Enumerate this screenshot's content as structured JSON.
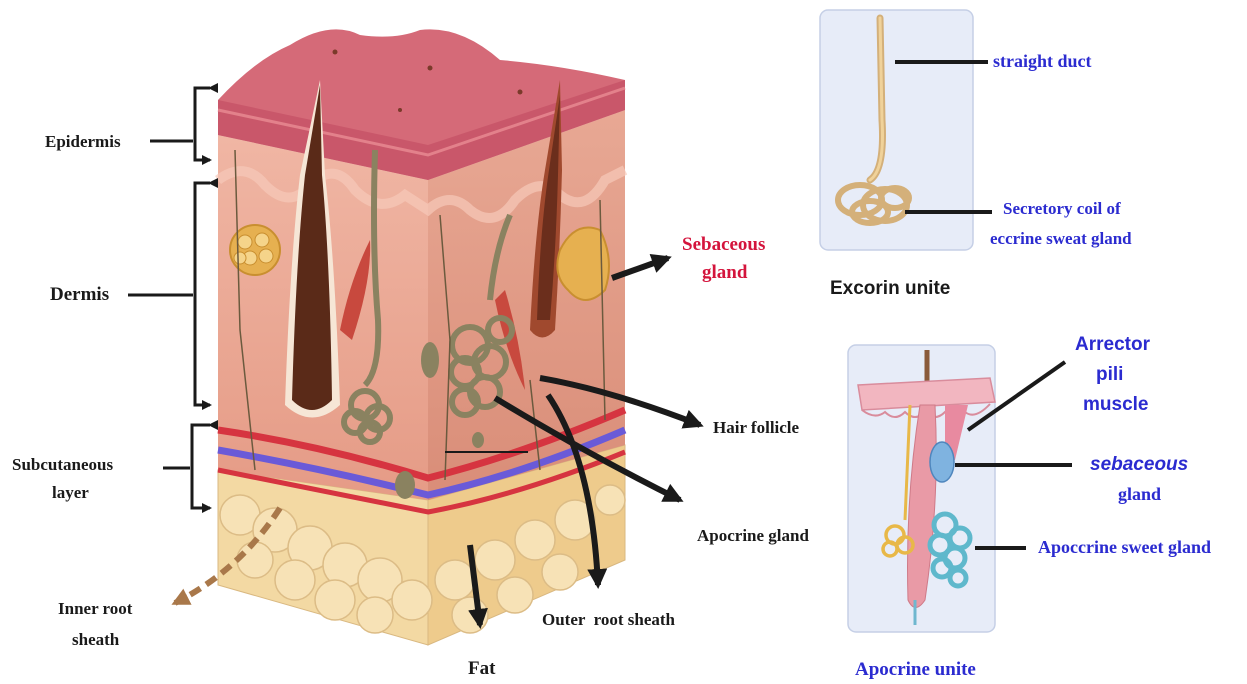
{
  "labels": {
    "epidermis": "Epidermis",
    "dermis": "Dermis",
    "subcutaneous_line1": "Subcutaneous",
    "subcutaneous_line2": "layer",
    "inner_root_line1": "Inner root",
    "inner_root_line2": "sheath",
    "fat": "Fat",
    "outer_root_sheath": "Outer  root sheath",
    "apocrine_gland": "Apocrine gland",
    "hair_follicle": "Hair follicle",
    "sebaceous_line1": "Sebaceous",
    "sebaceous_line2": "gland"
  },
  "excorin_panel": {
    "straight_duct": "straight duct",
    "secretory_line1": "Secretory coil of",
    "secretory_line2": "eccrine sweat gland",
    "title": "Excorin unite"
  },
  "apocrine_panel": {
    "arrector_line1": "Arrector",
    "arrector_line2": "pili",
    "arrector_line3": "muscle",
    "sebaceous_line1": "sebaceous",
    "sebaceous_line2": "gland",
    "sweet_gland": "Apoccrine sweet gland",
    "title": "Apocrine unite"
  },
  "colors": {
    "label_black": "#1a1a1a",
    "label_blue": "#2b2bd0",
    "label_red": "#d4143c",
    "epidermis": "#c9576a",
    "dermis": "#e8a08e",
    "fat": "#f3d9a3",
    "hair": "#5a2a18",
    "sweat_gland": "#8a8260",
    "sebaceous": "#e6b050",
    "artery": "#d63440",
    "vein": "#6a5ad8",
    "panel_bg": "#e7ecf8"
  }
}
